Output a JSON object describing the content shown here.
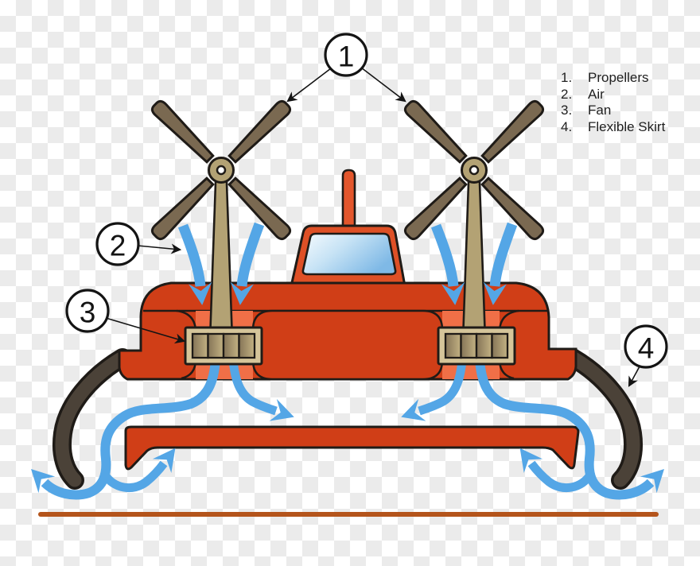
{
  "legend": {
    "items": [
      {
        "num": "1.",
        "label": "Propellers"
      },
      {
        "num": "2.",
        "label": "Air"
      },
      {
        "num": "3.",
        "label": "Fan"
      },
      {
        "num": "4.",
        "label": "Flexible Skirt"
      }
    ]
  },
  "callouts": [
    {
      "number": "1",
      "points_to": "propellers"
    },
    {
      "number": "2",
      "points_to": "air"
    },
    {
      "number": "3",
      "points_to": "fan"
    },
    {
      "number": "4",
      "points_to": "flexible-skirt"
    }
  ],
  "colors": {
    "outline": "#1f1b17",
    "hull_red": "#d03e17",
    "cabin_red": "#de5026",
    "antenna_red": "#e3562c",
    "duct_orange": "#f06f47",
    "arrow_blue": "#54a6e6",
    "skirt_brown": "#4b4238",
    "blade_brown": "#7a6951",
    "tan": "#b3a274",
    "fan_frame": "#d5c59a",
    "fan_cell_dark": "#857457",
    "fan_cell_light": "#c3b283",
    "window_blue": "#7fb9e6",
    "window_white": "#f6fbfe",
    "ground_rust": "#b4541b",
    "ink": "#141414",
    "checker_light": "#ffffff",
    "checker_gray": "#ebebeb"
  }
}
